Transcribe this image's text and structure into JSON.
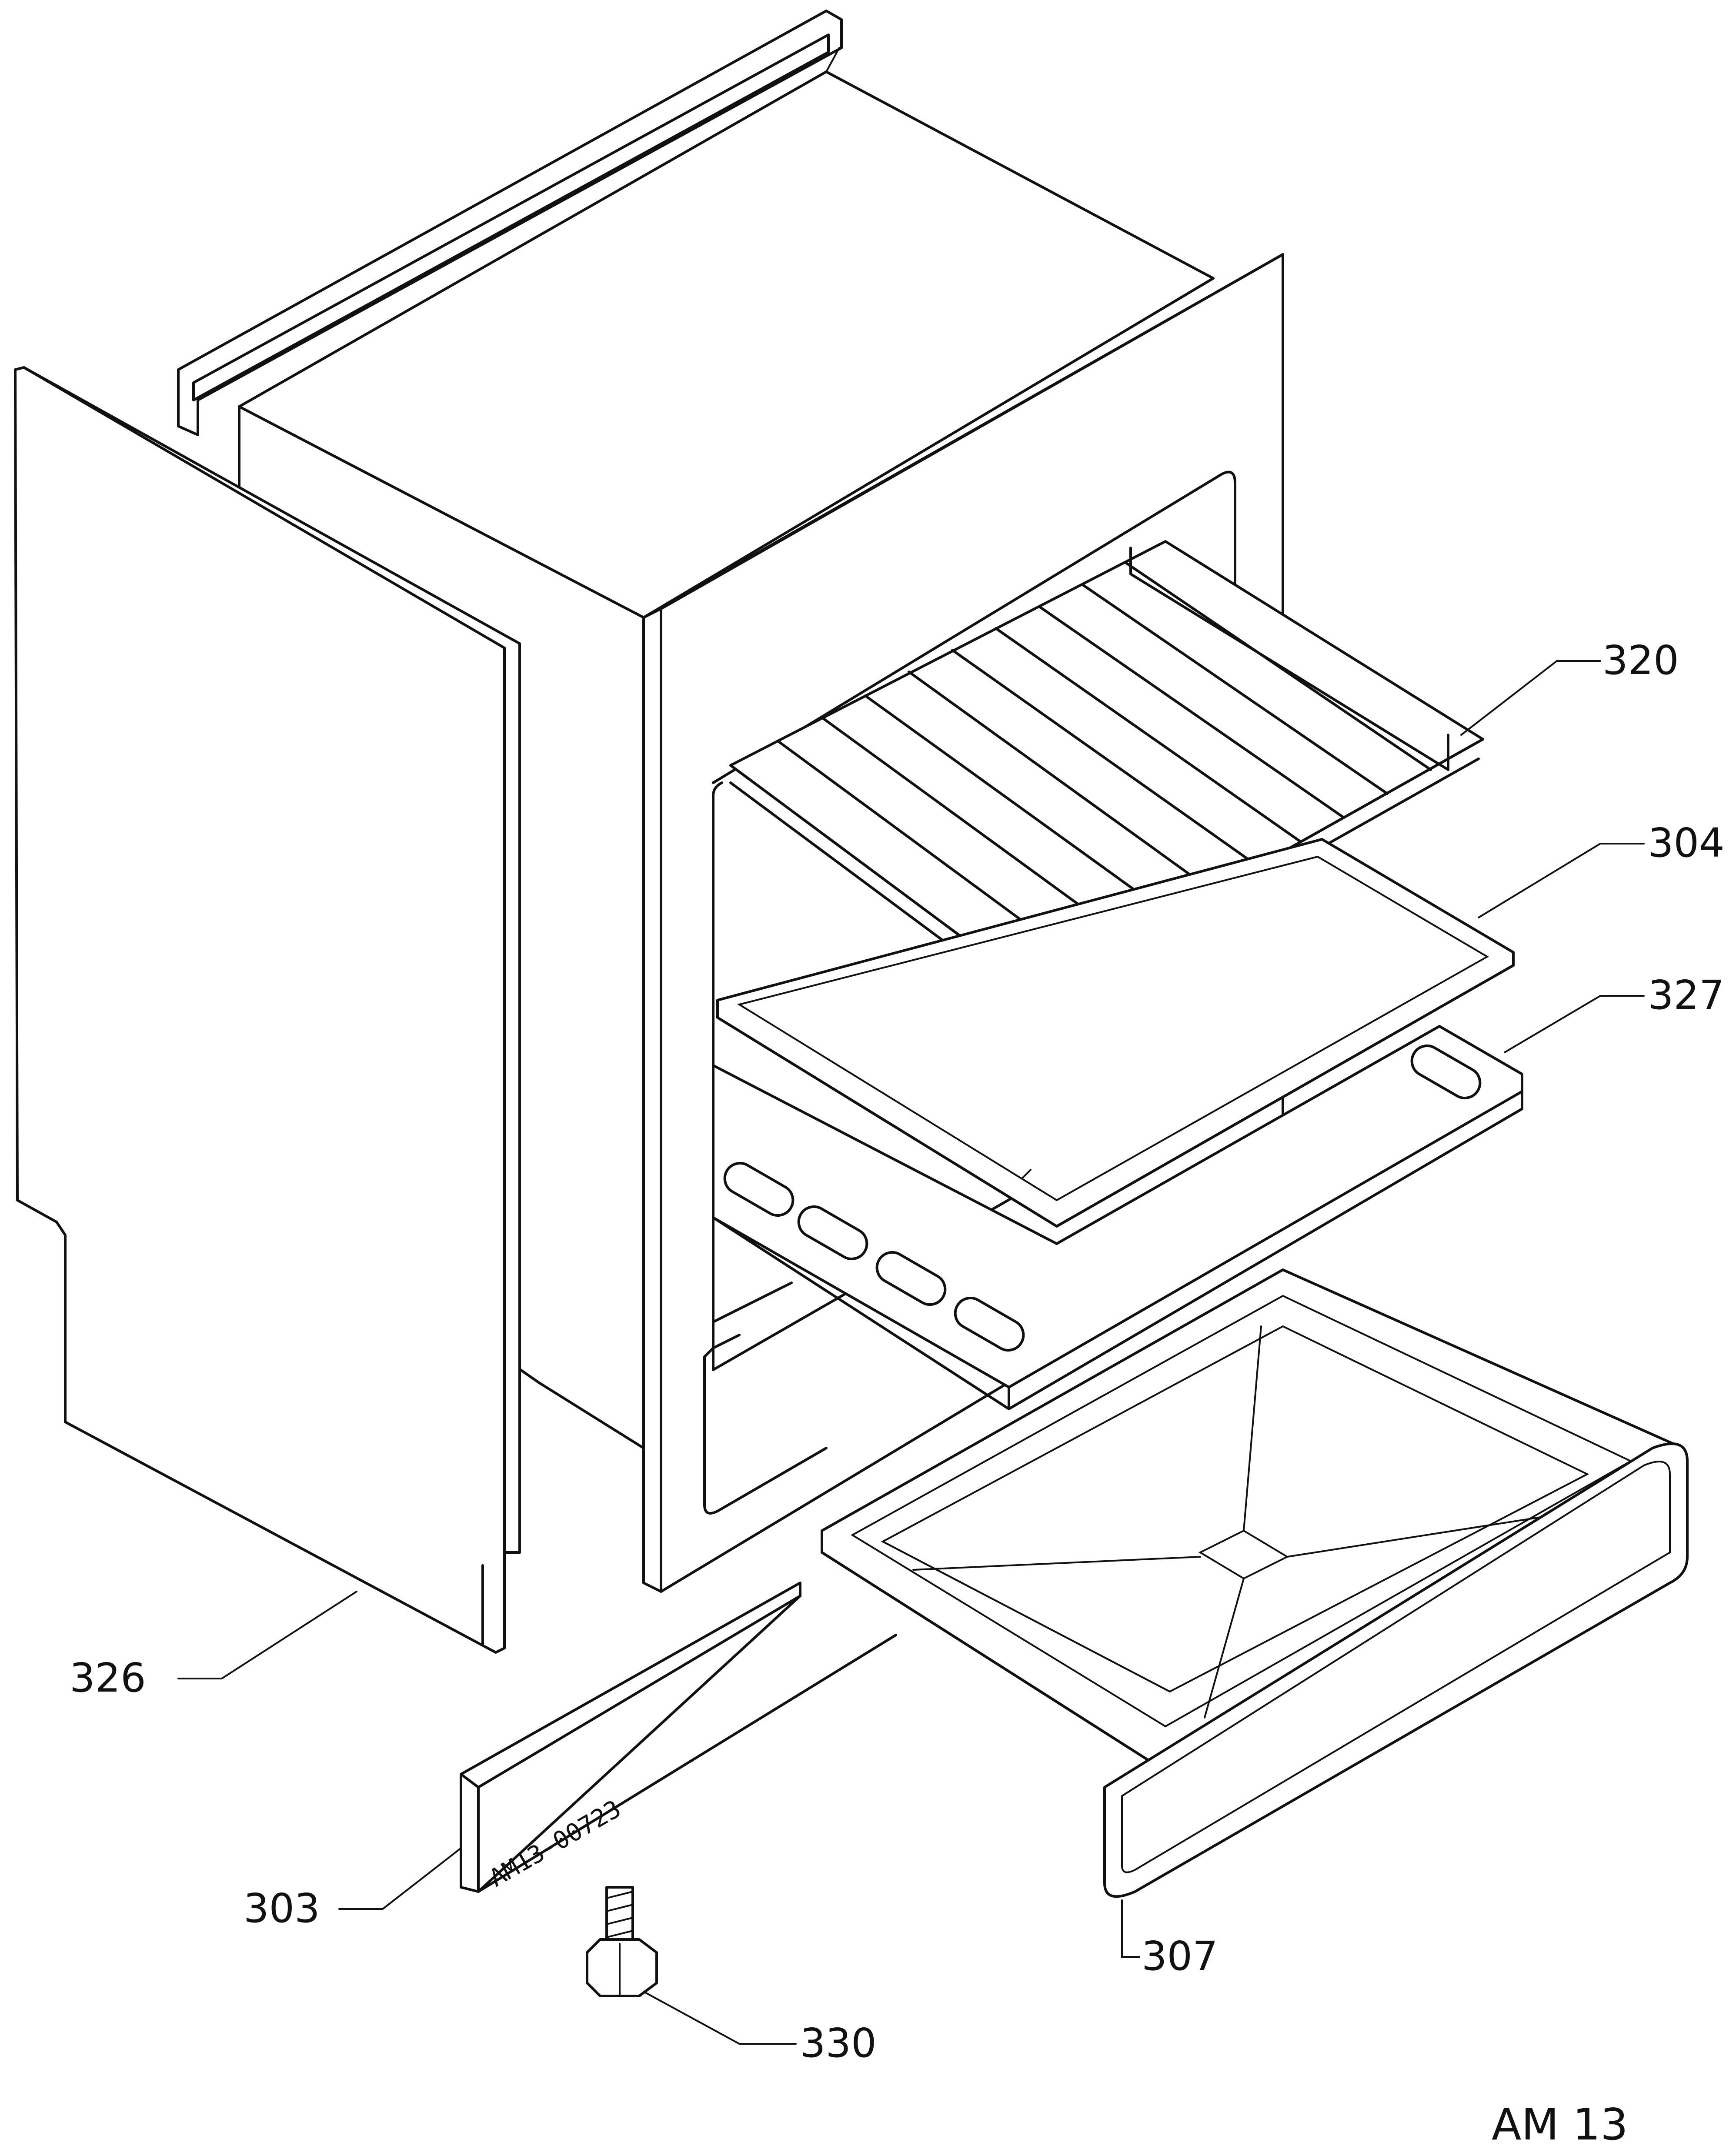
{
  "diagram": {
    "drawing_code": "AM 13",
    "plate_stamp": "AM13-00723",
    "parts": [
      {
        "id": "320"
      },
      {
        "id": "304"
      },
      {
        "id": "327"
      },
      {
        "id": "326"
      },
      {
        "id": "303"
      },
      {
        "id": "307"
      },
      {
        "id": "330"
      }
    ]
  }
}
